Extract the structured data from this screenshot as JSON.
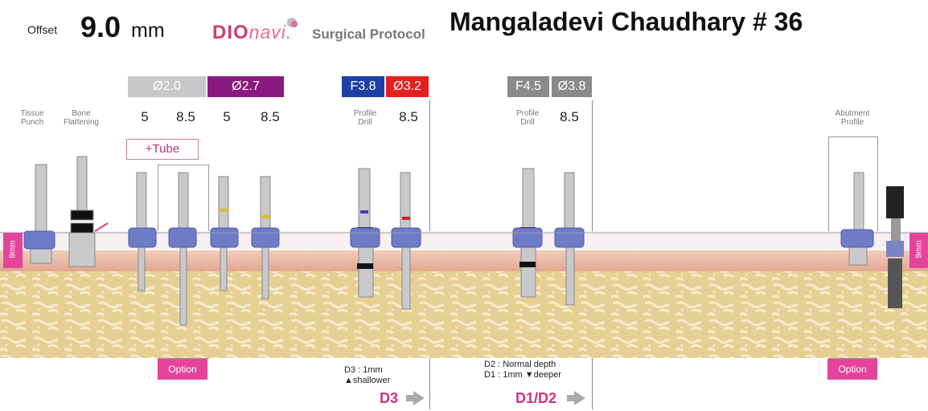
{
  "header": {
    "offset_label": "Offset",
    "offset_value": "9.0",
    "offset_unit": "mm",
    "brand_dio": "DIO",
    "brand_navi": "navi.",
    "protocol_label": "Surgical Protocol",
    "patient_title": "Mangaladevi Chaudhary # 36"
  },
  "size_boxes": [
    {
      "label": "Ø2.0",
      "color": "#c8c8c8"
    },
    {
      "label": "Ø2.7",
      "color": "#8a1a7f"
    },
    {
      "label": "F3.8",
      "color": "#1e3fa6"
    },
    {
      "label": "Ø3.2",
      "color": "#e41f1f"
    },
    {
      "label": "F4.5",
      "color": "#8a8a8a"
    },
    {
      "label": "Ø3.8",
      "color": "#8a8a8a"
    }
  ],
  "depths": [
    "5",
    "8.5",
    "5",
    "8.5",
    "8.5",
    "8.5"
  ],
  "tool_labels": {
    "tissue_punch": "Tissue Punch",
    "bone_flattening": "Bone Flattening",
    "profile_drill_1": "Profile Drill",
    "profile_drill_2": "Profile Drill",
    "abutment_profile": "Abutment Profile"
  },
  "tube_label": "+Tube",
  "option_label": "Option",
  "option_label_2": "Option",
  "mm_tab_left": "9mm",
  "mm_tab_right": "9mm",
  "notes": {
    "d3_line1": "D3 : 1mm",
    "d3_line2": "▲shallower",
    "d2_line1": "D2 : Normal depth",
    "d2_line2": "D1 : 1mm ▼deeper"
  },
  "zone_labels": {
    "d3": "D3",
    "d1d2": "D1/D2"
  },
  "colors": {
    "accent_pink": "#e5449b",
    "gum": "#e8b9a4",
    "bone": "#e9d39a",
    "bone_pattern": "#f5e8c4",
    "sleeve": "#6e7bc6"
  }
}
